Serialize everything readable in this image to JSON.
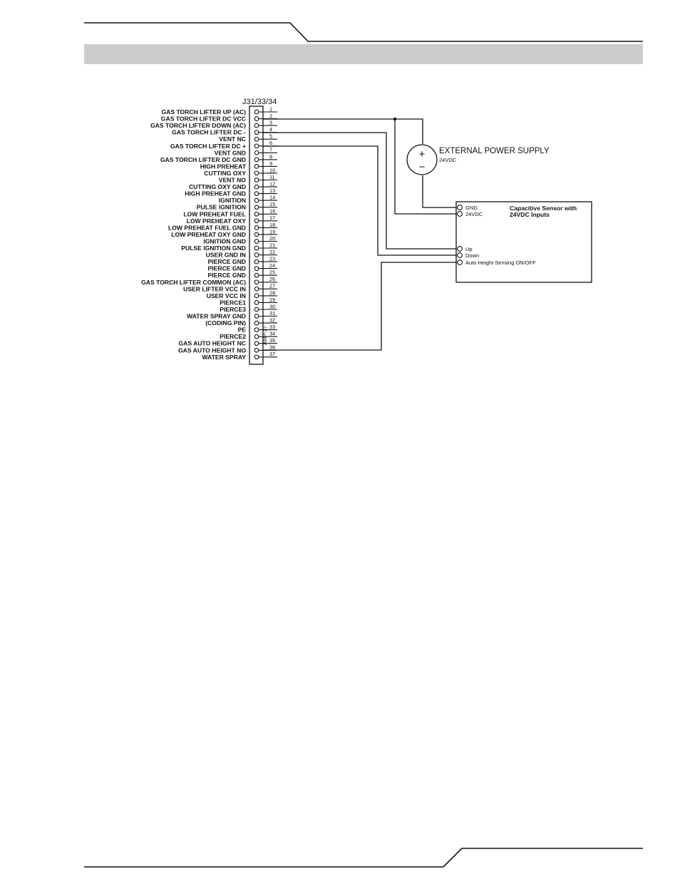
{
  "connector": {
    "header": "J31/33/34",
    "type_label": "AMP-37",
    "pins": [
      {
        "num": "1",
        "label": "GAS TORCH LIFTER UP (AC)"
      },
      {
        "num": "2",
        "label": "GAS TORCH LIFTER DC VCC"
      },
      {
        "num": "3",
        "label": "GAS TORCH LIFTER DOWN (AC)"
      },
      {
        "num": "4",
        "label": "GAS TORCH LIFTER DC -"
      },
      {
        "num": "5",
        "label": "VENT NC"
      },
      {
        "num": "6",
        "label": "GAS TORCH LIFTER DC +"
      },
      {
        "num": "7",
        "label": "VENT GND"
      },
      {
        "num": "8",
        "label": "GAS TORCH LIFTER DC GND"
      },
      {
        "num": "9",
        "label": "HIGH PREHEAT"
      },
      {
        "num": "10",
        "label": "CUTTING OXY"
      },
      {
        "num": "11",
        "label": "VENT NO"
      },
      {
        "num": "12",
        "label": "CUTTING OXY GND"
      },
      {
        "num": "13",
        "label": "HIGH PREHEAT GND"
      },
      {
        "num": "14",
        "label": "IGNITION"
      },
      {
        "num": "15",
        "label": "PULSE IGNITION"
      },
      {
        "num": "16",
        "label": "LOW PREHEAT FUEL"
      },
      {
        "num": "17",
        "label": "LOW PREHEAT OXY"
      },
      {
        "num": "18",
        "label": "LOW PREHEAT FUEL GND"
      },
      {
        "num": "19",
        "label": "LOW PREHEAT OXY GND"
      },
      {
        "num": "20",
        "label": "IGNITION GND"
      },
      {
        "num": "21",
        "label": "PULSE IGNITION GND"
      },
      {
        "num": "22",
        "label": "USER GND IN"
      },
      {
        "num": "23",
        "label": "PIERCE GND"
      },
      {
        "num": "24",
        "label": "PIERCE GND"
      },
      {
        "num": "25",
        "label": "PIERCE GND"
      },
      {
        "num": "26",
        "label": "GAS TORCH LIFTER COMMON (AC)"
      },
      {
        "num": "27",
        "label": "USER LIFTER VCC IN"
      },
      {
        "num": "28",
        "label": "USER VCC IN"
      },
      {
        "num": "29",
        "label": "PIERCE1"
      },
      {
        "num": "30",
        "label": "PIERCE3"
      },
      {
        "num": "31",
        "label": "WATER SPRAY GND"
      },
      {
        "num": "32",
        "label": "(CODING PIN)"
      },
      {
        "num": "33",
        "label": "PE"
      },
      {
        "num": "34",
        "label": "PIERCE2"
      },
      {
        "num": "35",
        "label": "GAS AUTO HEIGHT NC"
      },
      {
        "num": "36",
        "label": "GAS AUTO HEIGHT NO"
      },
      {
        "num": "37",
        "label": "WATER SPRAY"
      }
    ]
  },
  "power_supply": {
    "plus": "+",
    "minus": "−",
    "title": "EXTERNAL POWER SUPPLY",
    "voltage": "24VDC"
  },
  "sensor": {
    "title_line1": "Capacitive Sensor with",
    "title_line2": "24VDC Inputs",
    "terminals": {
      "gnd": "GND",
      "v24": "24VDC",
      "up": "Up",
      "down": "Down",
      "auto": "Auto Height Sensing ON/OFF"
    }
  },
  "colors": {
    "line": "#111111",
    "banner": "#cccccc"
  }
}
